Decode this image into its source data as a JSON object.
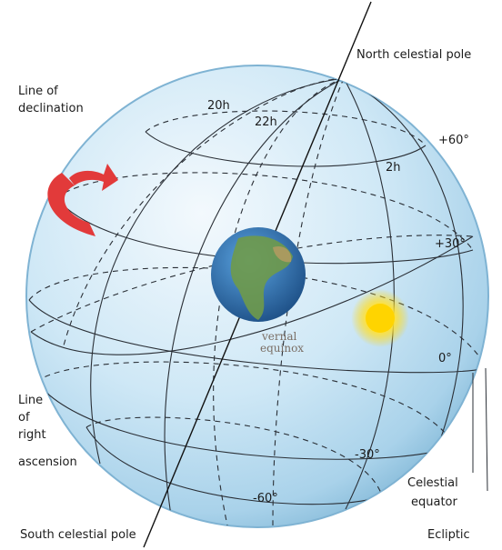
{
  "labels": {
    "north_celestial_pole": "North celestial pole",
    "line_of_declination_1": "Line of",
    "line_of_declination_2": "declination",
    "ra_20h": "20h",
    "ra_22h": "22h",
    "ra_2h": "2h",
    "dec_plus60": "+60°",
    "dec_plus30": "+30°",
    "dec_0": "0°",
    "dec_minus30": "-30°",
    "dec_minus60": "-60°",
    "vernal_1": "vernal",
    "vernal_2": "equinox",
    "line_of_ra_1": "Line",
    "line_of_ra_2": "of",
    "line_of_ra_3": "right",
    "line_of_ra_4": "ascension",
    "celestial_equator_1": "Celestial",
    "celestial_equator_2": "equator",
    "south_celestial_pole": "South celestial pole",
    "ecliptic": "Ecliptic"
  },
  "colors": {
    "sphere_light": "#eef7fd",
    "sphere_mid": "#bfe0f2",
    "sphere_edge": "#8fc0dc",
    "grid_line": "#2a2f36",
    "rotation_arrow": "#e23a3a",
    "sun": "#ffd400",
    "earth_ocean": "#2a6fb0",
    "earth_land": "#6f9a4a"
  },
  "icons": [
    "rotation-arrow-icon",
    "sun-icon",
    "earth-icon"
  ]
}
